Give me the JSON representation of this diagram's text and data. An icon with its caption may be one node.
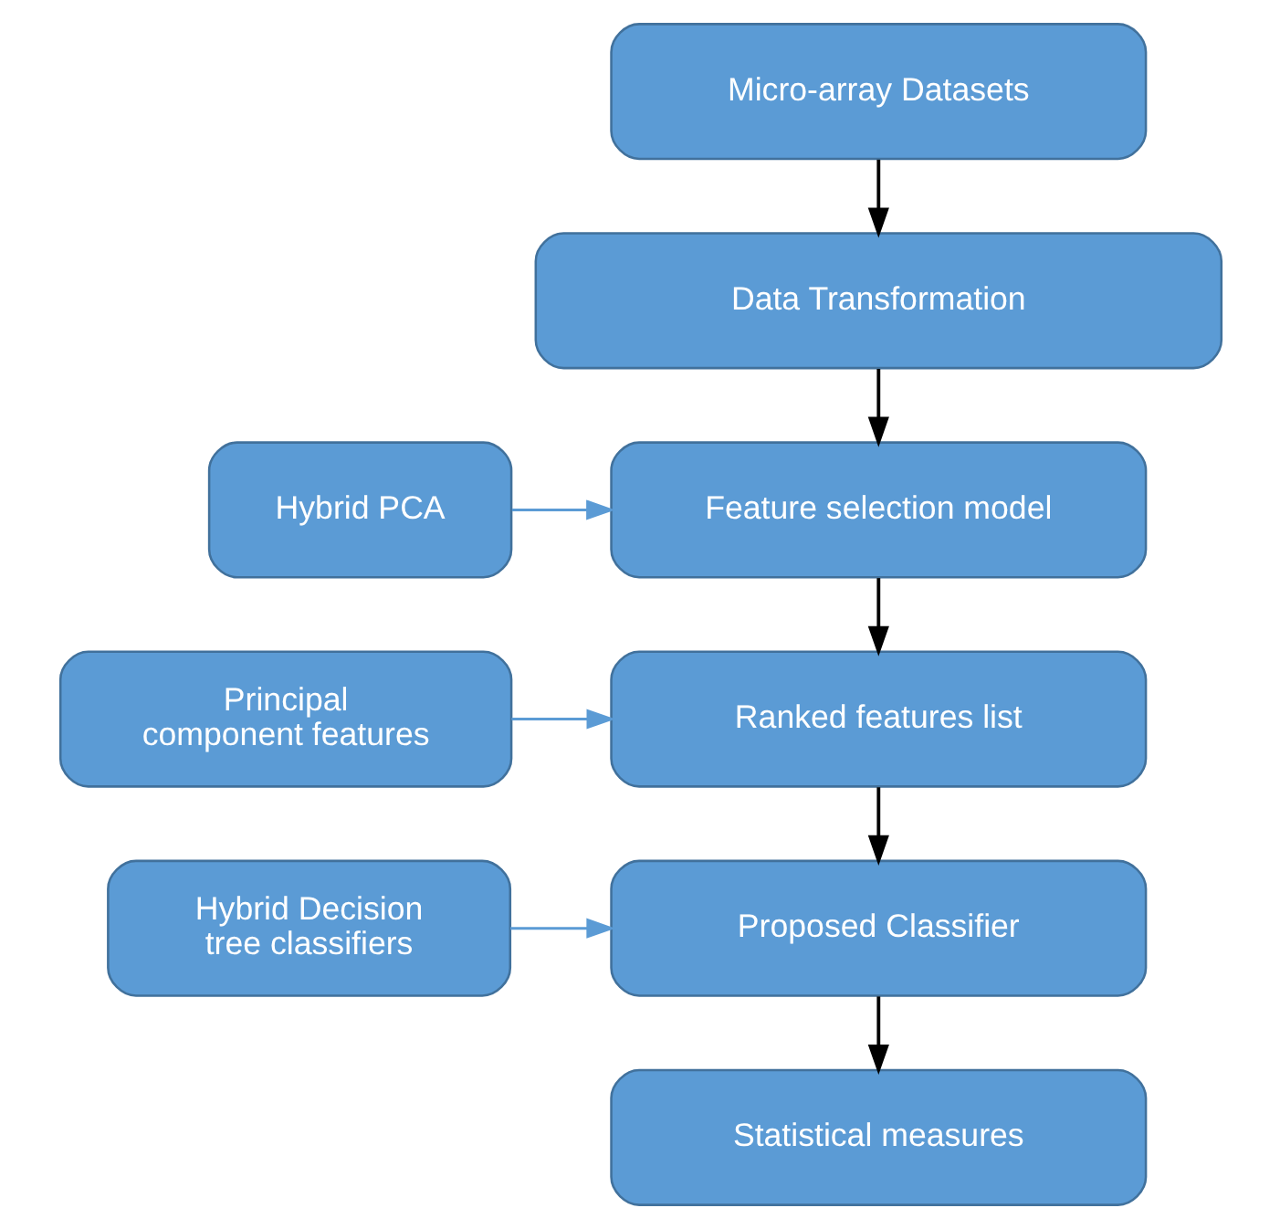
{
  "diagram": {
    "nodes": [
      {
        "text": [
          "Micro-array Datasets"
        ]
      },
      {
        "text": [
          "Data Transformation"
        ]
      },
      {
        "text": [
          "Feature selection model"
        ]
      },
      {
        "text": [
          "Hybrid PCA"
        ]
      },
      {
        "text": [
          "Ranked features list"
        ]
      },
      {
        "text": [
          "Principal component features"
        ]
      },
      {
        "text": [
          "Proposed Classifier"
        ]
      },
      {
        "text": [
          "Hybrid Decision tree classifiers"
        ]
      },
      {
        "text": [
          "Statistical measures"
        ]
      }
    ],
    "edges": [
      {
        "from": 0,
        "to": 1,
        "arrow": "to"
      },
      {
        "from": 1,
        "to": 2,
        "arrow": "to"
      },
      {
        "from": 3,
        "to": 2,
        "arrow": "to",
        "color": "#5b9bd5"
      },
      {
        "from": 2,
        "to": 4,
        "arrow": "to"
      },
      {
        "from": 5,
        "to": 4,
        "arrow": "to",
        "color": "#5b9bd5"
      },
      {
        "from": 4,
        "to": 6,
        "arrow": "to"
      },
      {
        "from": 7,
        "to": 6,
        "arrow": "to",
        "color": "#5b9bd5"
      },
      {
        "from": 6,
        "to": 8,
        "arrow": "to"
      }
    ]
  }
}
